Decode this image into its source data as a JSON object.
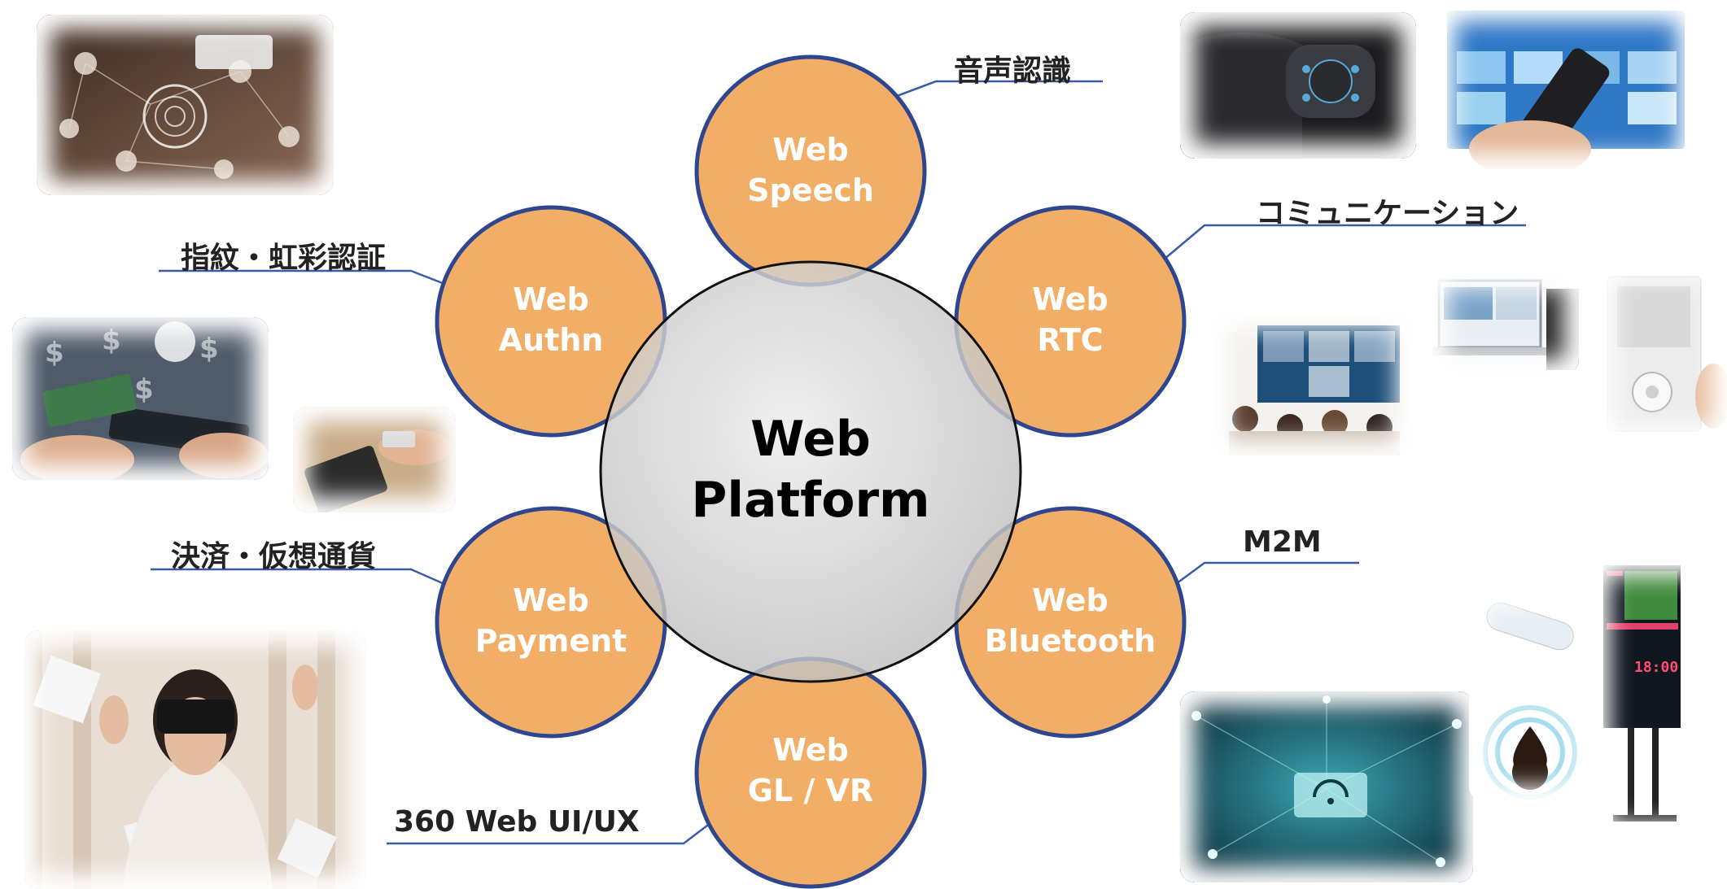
{
  "center": {
    "line1": "Web",
    "line2": "Platform"
  },
  "nodes": [
    {
      "id": "speech",
      "line1": "Web",
      "line2": "Speech"
    },
    {
      "id": "rtc",
      "line1": "Web",
      "line2": "RTC"
    },
    {
      "id": "bluetooth",
      "line1": "Web",
      "line2": "Bluetooth"
    },
    {
      "id": "gl-vr",
      "line1": "Web",
      "line2": "GL / VR"
    },
    {
      "id": "payment",
      "line1": "Web",
      "line2": "Payment"
    },
    {
      "id": "authn",
      "line1": "Web",
      "line2": "Authn"
    }
  ],
  "callouts": {
    "speech": "音声認識",
    "rtc": "コミュニケーション",
    "bluetooth": "M2M",
    "gl_vr": "360 Web UI/UX",
    "payment": "決済・仮想通貨",
    "authn": "指紋・虹彩認証"
  },
  "display_clock": "18:00",
  "colors": {
    "node_fill": "#F2AE66",
    "node_stroke": "#2E4690",
    "center_fill": "#D4D4D4",
    "line": "#3A5AA8"
  },
  "photos": [
    "fingerprint-network-photo",
    "car-steering-controls-photo",
    "tv-remote-photo",
    "video-conference-photo",
    "laptop-video-call-photo",
    "intercom-panel-photo",
    "mobile-payment-photo",
    "card-terminal-photo",
    "vr-headset-photo",
    "iot-network-photo",
    "sensor-devices-photo",
    "digital-signage-photo"
  ]
}
